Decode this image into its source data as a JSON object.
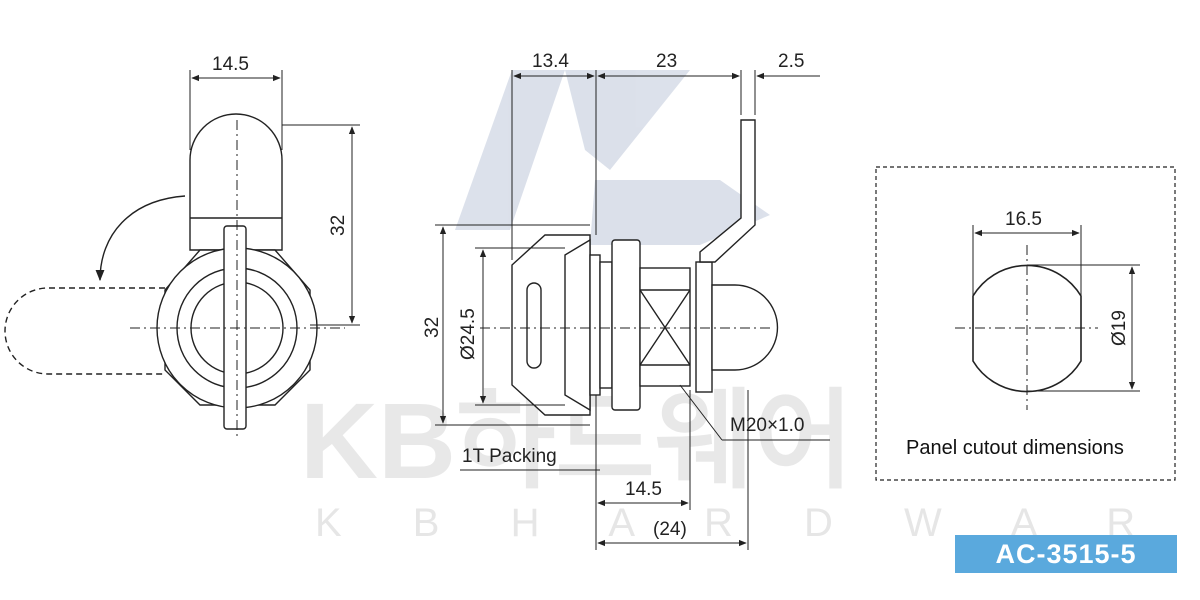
{
  "model_code": "AC-3515-5",
  "watermark": {
    "text": "KB하드웨어",
    "subtext": "K B  H A R D W A R E"
  },
  "colors": {
    "badge": "#5aa9dd",
    "line": "#222222",
    "watermark": "#d7d7d7",
    "logo": "#9aa9c6"
  },
  "front_view": {
    "width_dim": "14.5",
    "height_dim": "32"
  },
  "side_view": {
    "top_dims": [
      "13.4",
      "23",
      "2.5"
    ],
    "height_dim": "32",
    "diameter_dim": "Ø24.5",
    "thread_label": "M20×1.0",
    "packing_label": "1T Packing",
    "bottom_dim": "14.5",
    "overall_dim": "(24)"
  },
  "panel_cutout": {
    "title": "Panel cutout dimensions",
    "width_dim": "16.5",
    "height_dim": "Ø19"
  }
}
